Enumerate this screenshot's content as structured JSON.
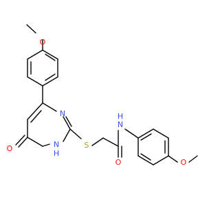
{
  "molecule": {
    "atoms": {
      "o_top_methoxy": {
        "symbol": "O",
        "color": "#ff0d0d"
      },
      "o_carbonyl_ring": {
        "symbol": "O",
        "color": "#ff0d0d"
      },
      "n_ring_upper": {
        "symbol": "N",
        "color": "#3050f8"
      },
      "n_ring_lower": {
        "symbol": "N",
        "color": "#3050f8"
      },
      "h_ring_nh": {
        "symbol": "H",
        "color": "#3050f8"
      },
      "s_thioether": {
        "symbol": "S",
        "color": "#b2a000"
      },
      "n_amide": {
        "symbol": "N",
        "color": "#3050f8"
      },
      "h_amide": {
        "symbol": "H",
        "color": "#3050f8"
      },
      "o_amide": {
        "symbol": "O",
        "color": "#ff0d0d"
      },
      "o_bottom_methoxy": {
        "symbol": "O",
        "color": "#ff0d0d"
      }
    },
    "bond_color": "#000000"
  }
}
